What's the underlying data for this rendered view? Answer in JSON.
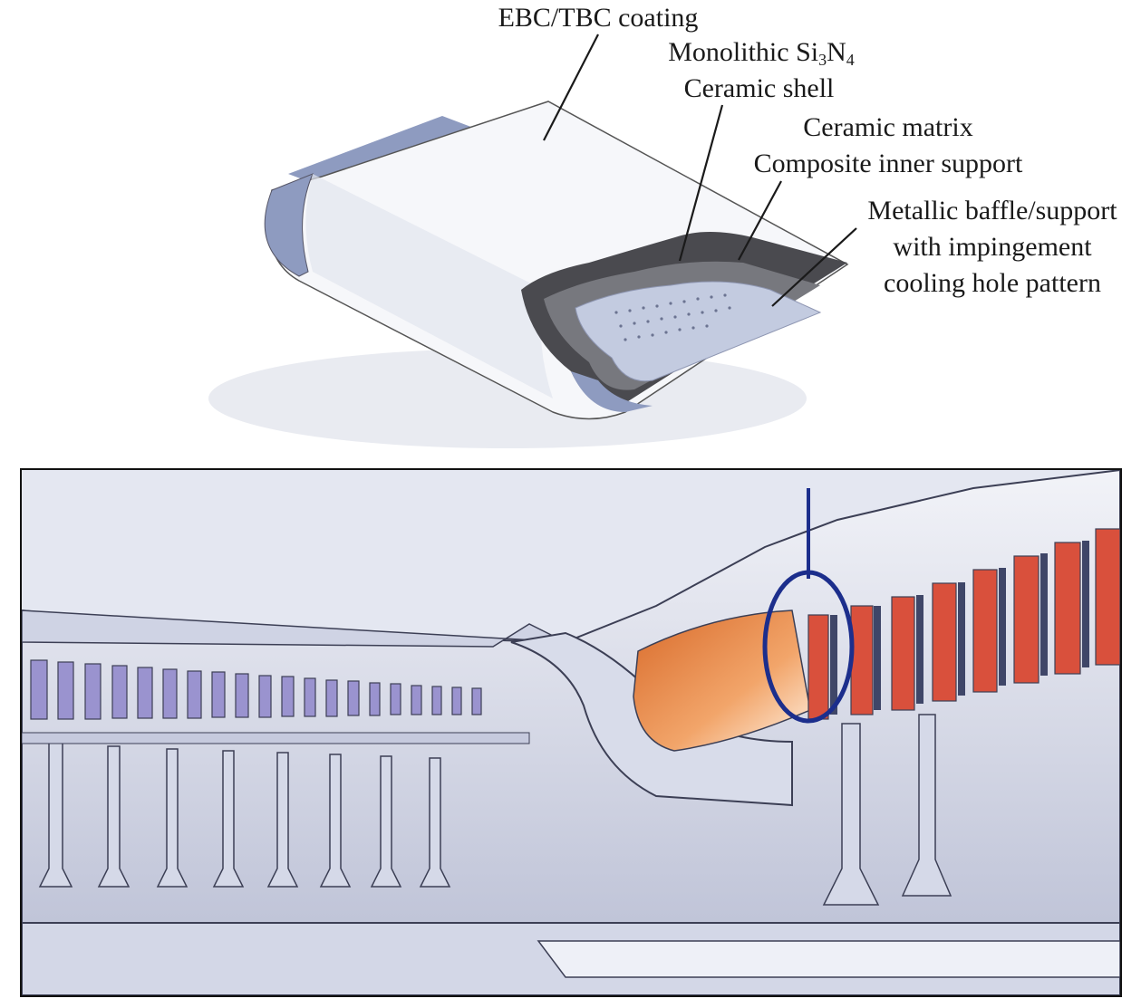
{
  "labels": {
    "ebc_tbc": "EBC/TBC coating",
    "monolithic_prefix": "Monolithic Si",
    "monolithic_sub1": "3",
    "monolithic_mid": "N",
    "monolithic_sub2": "4",
    "ceramic_shell": "Ceramic shell",
    "ceramic_matrix": "Ceramic matrix",
    "composite_inner_support": "Composite inner support",
    "metallic_baffle_line1": "Metallic baffle/support",
    "metallic_baffle_line2": "with impingement",
    "metallic_baffle_line3": "cooling hole pattern"
  },
  "colors": {
    "shell_blue": "#8e9bc0",
    "coating_white": "#f7f7f9",
    "dark_layer": "#4a4a4f",
    "baffle": "#c3cbe0",
    "engine_bg": "#e4e7f1",
    "blade_purple": "#9a93cf",
    "turbine_red": "#d9503c",
    "combustor_orange": "#e8843e",
    "highlight_circle": "#1c2e8c"
  },
  "icons": [
    "vane-component",
    "engine-cross-section",
    "highlight-ellipse",
    "pointer-line"
  ]
}
